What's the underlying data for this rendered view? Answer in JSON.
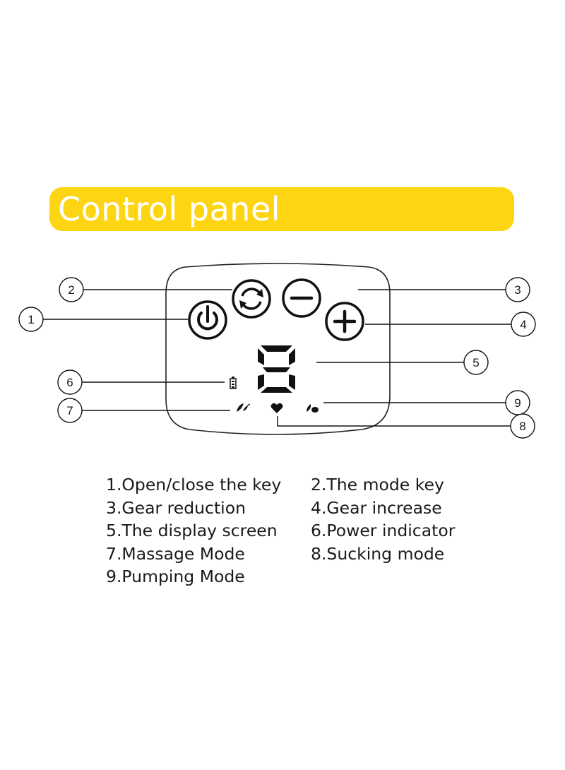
{
  "title": "Control panel",
  "callouts": [
    "1",
    "2",
    "3",
    "4",
    "5",
    "6",
    "7",
    "8",
    "9"
  ],
  "legend": {
    "rows": [
      {
        "left": "1.Open/close the key",
        "right": "2.The mode key"
      },
      {
        "left": "3.Gear reduction",
        "right": "4.Gear increase"
      },
      {
        "left": "5.The display screen",
        "right": "6.Power indicator"
      },
      {
        "left": "7.Massage Mode",
        "right": "8.Sucking mode"
      },
      {
        "left": "9.Pumping Mode",
        "right": ""
      }
    ]
  },
  "icons": {
    "power_button": "power-icon",
    "mode_button": "refresh-icon",
    "minus_button": "minus-icon",
    "plus_button": "plus-icon",
    "battery": "battery-icon",
    "massage": "massage-mode-icon",
    "sucking": "heart-icon",
    "pumping": "pumping-mode-icon"
  },
  "colors": {
    "banner": "#fdd513",
    "ink": "#1a1a1a"
  }
}
